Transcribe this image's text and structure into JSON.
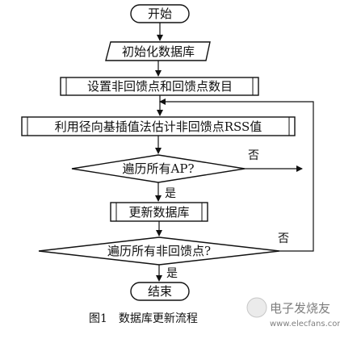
{
  "flowchart": {
    "start": "开始",
    "init_db": "初始化数据库",
    "set_points": "设置非回馈点和回馈点数目",
    "estimate": "利用径向基插值法估计非回馈点RSS值",
    "decision_ap": "遍历所有AP?",
    "update_db": "更新数据库",
    "decision_points": "遍历所有非回馈点?",
    "end": "结束",
    "yes_label_1": "是",
    "no_label_1": "否",
    "yes_label_2": "是",
    "no_label_2": "否"
  },
  "caption": "图1　数据库更新流程",
  "watermark": {
    "brand": "电子发烧友",
    "url": "www.elecfans.com"
  }
}
